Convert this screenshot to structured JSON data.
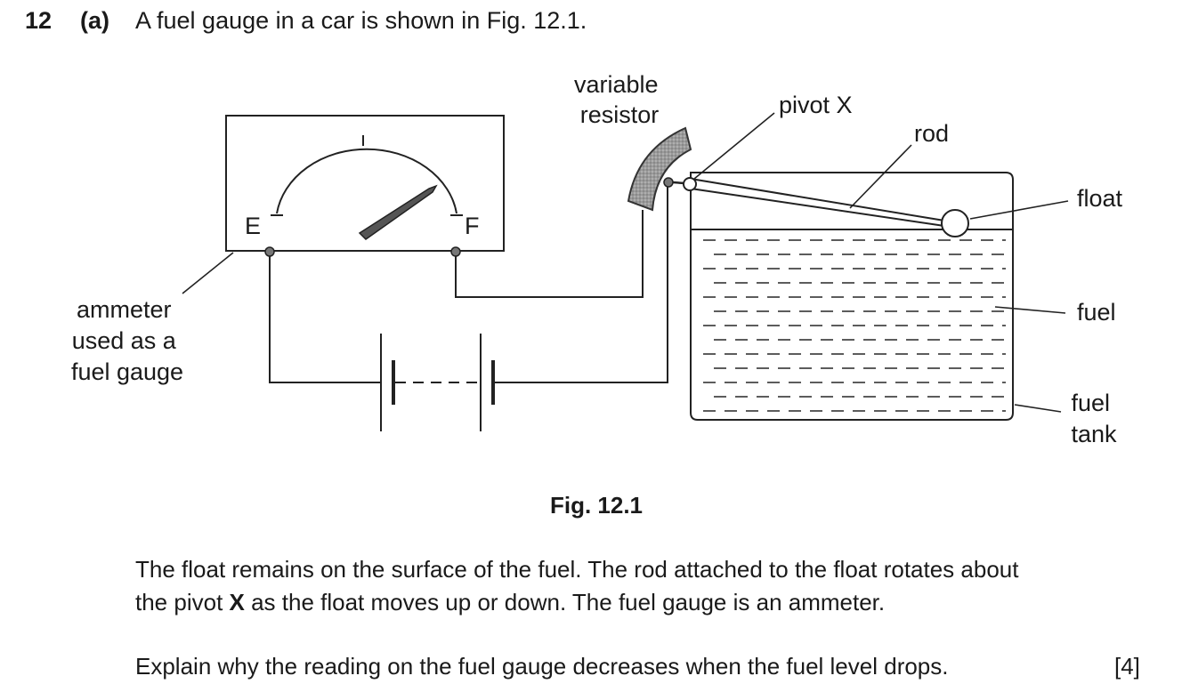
{
  "question": {
    "number": "12",
    "part": "(a)",
    "intro": "A fuel gauge in a car is shown in Fig. 12.1."
  },
  "figure": {
    "caption": "Fig. 12.1",
    "gauge_labels": {
      "empty": "E",
      "full": "F"
    },
    "labels": {
      "ammeter": [
        "ammeter",
        "used as a",
        "fuel gauge"
      ],
      "variable_resistor": [
        "variable",
        "resistor"
      ],
      "pivot": "pivot X",
      "rod": "rod",
      "float": "float",
      "fuel": "fuel",
      "fuel_tank": [
        "fuel",
        "tank"
      ]
    }
  },
  "body": {
    "para1_line1": "The float remains on the surface of the fuel. The rod attached to the float rotates about",
    "para1_line2_a": "the pivot ",
    "para1_line2_x": "X",
    "para1_line2_b": " as the float moves up or down. The fuel gauge is an ammeter.",
    "para2": "Explain why the reading on the fuel gauge decreases when the fuel level drops.",
    "marks": "[4]"
  }
}
